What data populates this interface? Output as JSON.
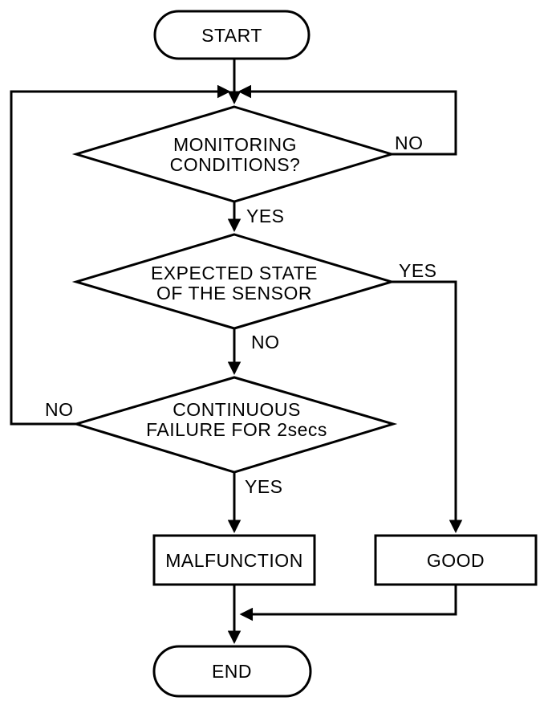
{
  "diagram": {
    "type": "flowchart",
    "colors": {
      "stroke": "#000000",
      "background": "#ffffff",
      "text": "#000000"
    },
    "nodes": {
      "start": {
        "type": "terminator",
        "label": "START"
      },
      "monitoring": {
        "type": "decision",
        "line1": "MONITORING",
        "line2": "CONDITIONS?"
      },
      "expected": {
        "type": "decision",
        "line1": "EXPECTED STATE",
        "line2": "OF THE SENSOR"
      },
      "continuous": {
        "type": "decision",
        "line1": "CONTINUOUS",
        "line2": "FAILURE FOR 2secs"
      },
      "malfunction": {
        "type": "process",
        "label": "MALFUNCTION"
      },
      "good": {
        "type": "process",
        "label": "GOOD"
      },
      "end": {
        "type": "terminator",
        "label": "END"
      }
    },
    "edge_labels": {
      "monitoring_no": "NO",
      "monitoring_yes": "YES",
      "expected_yes": "YES",
      "expected_no": "NO",
      "continuous_no": "NO",
      "continuous_yes": "YES"
    }
  }
}
